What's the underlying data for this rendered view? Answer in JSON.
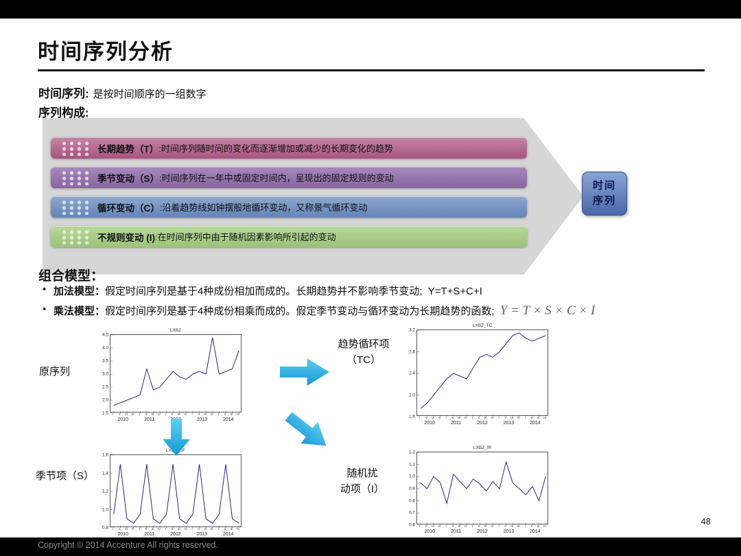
{
  "slide": {
    "title": "时间序列分析",
    "page_number": "48",
    "copyright": "Copyright © 2014  Accenture  All rights reserved."
  },
  "intro": {
    "term": "时间序列:",
    "definition": "是按时间顺序的一组数字",
    "composition_heading": "序列构成:"
  },
  "components": [
    {
      "key": "trend",
      "label": "长期趋势（T）",
      "desc": ":时间序列随时间的变化而逐渐增加或减少的长期变化的趋势",
      "color_top": "#c585a5",
      "color_bottom": "#a85480"
    },
    {
      "key": "seasonal",
      "label": "季节变动（S）",
      "desc": ":时间序列在一年中或固定时间内，呈现出的固定规则的变动",
      "color_top": "#a78abc",
      "color_bottom": "#87649e"
    },
    {
      "key": "cyclical",
      "label": "循环变动（C）",
      "desc": ":沿着趋势线如钟摆般地循环变动，又称景气循环变动",
      "color_top": "#8fa8cd",
      "color_bottom": "#6384b8"
    },
    {
      "key": "irregular",
      "label": "不规则变动 (I)",
      "desc": ":在时间序列中由于随机因素影响所引起的变动",
      "color_top": "#b9d79c",
      "color_bottom": "#9cc478"
    }
  ],
  "result_box": {
    "line1": "时间",
    "line2": "序列"
  },
  "models": {
    "heading": "组合模型：",
    "items": [
      {
        "name": "加法模型：",
        "desc": "假定时间序列是基于4种成份相加而成的。长期趋势并不影响季节变动; ",
        "formula": "Y=T+S+C+I",
        "formula_style": "plain"
      },
      {
        "name": "乘法模型：",
        "desc": "假定时间序列是基于4种成份相乘而成的。假定季节变动与循环变动为长期趋势的函数; ",
        "formula": "Y = T × S × C × I",
        "formula_style": "italic"
      }
    ]
  },
  "charts_section": {
    "labels": {
      "original": "原序列",
      "trend_cycle": "趋势循环项\n（TC）",
      "seasonal": "季节项（S）",
      "irregular": "随机扰\n动项（I）"
    },
    "arrow_color": "#29b0e8",
    "line_color": "#26267e"
  },
  "chart_data": [
    {
      "type": "line",
      "title": "LXBZ",
      "x_years": [
        "2010",
        "2011",
        "2012",
        "2013",
        "2014"
      ],
      "quarter_labels": [
        "I",
        "II",
        "III",
        "IV"
      ],
      "values": [
        1.8,
        1.9,
        2.0,
        2.1,
        2.2,
        3.2,
        2.4,
        2.5,
        2.8,
        3.1,
        2.9,
        2.8,
        3.0,
        3.1,
        3.0,
        4.4,
        3.0,
        3.1,
        3.2,
        3.9
      ],
      "ylim": [
        1.5,
        4.5
      ],
      "yticks": [
        1.5,
        2.0,
        2.5,
        3.0,
        3.5,
        4.0,
        4.5
      ]
    },
    {
      "type": "line",
      "title": "LXBZ_TC",
      "x_years": [
        "2010",
        "2011",
        "2012",
        "2013",
        "2014"
      ],
      "quarter_labels": [
        "I",
        "II",
        "III",
        "IV"
      ],
      "values": [
        1.75,
        1.85,
        2.0,
        2.15,
        2.3,
        2.4,
        2.35,
        2.3,
        2.5,
        2.7,
        2.75,
        2.7,
        2.8,
        2.95,
        3.1,
        3.15,
        3.05,
        3.0,
        3.05,
        3.1
      ],
      "ylim": [
        1.6,
        3.2
      ],
      "yticks": [
        1.6,
        2.0,
        2.4,
        2.8,
        3.2
      ]
    },
    {
      "type": "line",
      "title": "LXBZ_SF",
      "x_years": [
        "2010",
        "2011",
        "2012",
        "2013",
        "2014"
      ],
      "quarter_labels": [
        "I",
        "II",
        "III",
        "IV"
      ],
      "values": [
        0.95,
        1.5,
        0.9,
        0.85,
        0.95,
        1.5,
        0.9,
        0.85,
        0.95,
        1.5,
        0.9,
        0.85,
        0.95,
        1.5,
        0.9,
        0.85,
        0.95,
        1.5,
        0.9,
        0.85
      ],
      "ylim": [
        0.8,
        1.6
      ],
      "yticks": [
        0.8,
        1.0,
        1.2,
        1.4,
        1.6
      ]
    },
    {
      "type": "line",
      "title": "LXBZ_IR",
      "x_years": [
        "2010",
        "2011",
        "2012",
        "2013",
        "2014"
      ],
      "quarter_labels": [
        "I",
        "II",
        "III",
        "IV"
      ],
      "values": [
        0.95,
        0.9,
        1.0,
        0.95,
        0.78,
        1.02,
        0.96,
        0.9,
        0.98,
        0.94,
        0.88,
        0.96,
        0.9,
        1.12,
        0.95,
        0.9,
        0.85,
        0.92,
        0.8,
        1.0
      ],
      "ylim": [
        0.6,
        1.2
      ],
      "yticks": [
        0.6,
        0.7,
        0.8,
        0.9,
        1.0,
        1.1,
        1.2
      ]
    }
  ]
}
